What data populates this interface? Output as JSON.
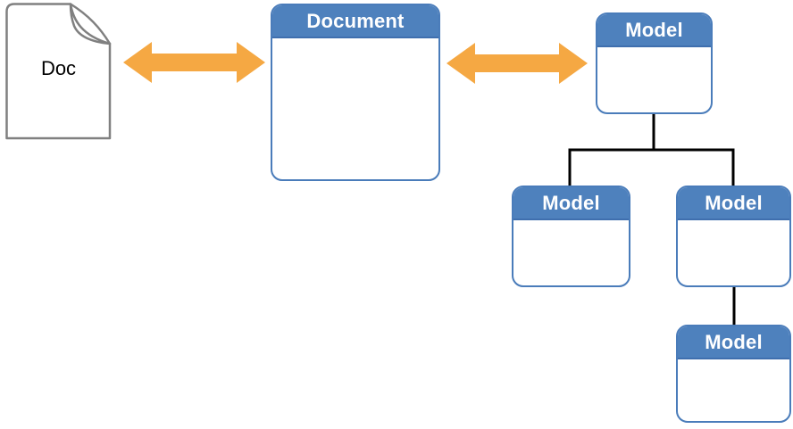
{
  "diagram": {
    "doc": {
      "label": "Doc"
    },
    "boxes": {
      "document": {
        "title": "Document"
      },
      "model_root": {
        "title": "Model"
      },
      "model_child_left": {
        "title": "Model"
      },
      "model_child_right": {
        "title": "Model"
      },
      "model_grandchild": {
        "title": "Model"
      }
    },
    "colors": {
      "header_blue": "#4e81bd",
      "border_blue": "#4a7cba",
      "arrow_orange": "#f5a843",
      "doc_outline_gray": "#808080",
      "connector_black": "#000000"
    }
  }
}
